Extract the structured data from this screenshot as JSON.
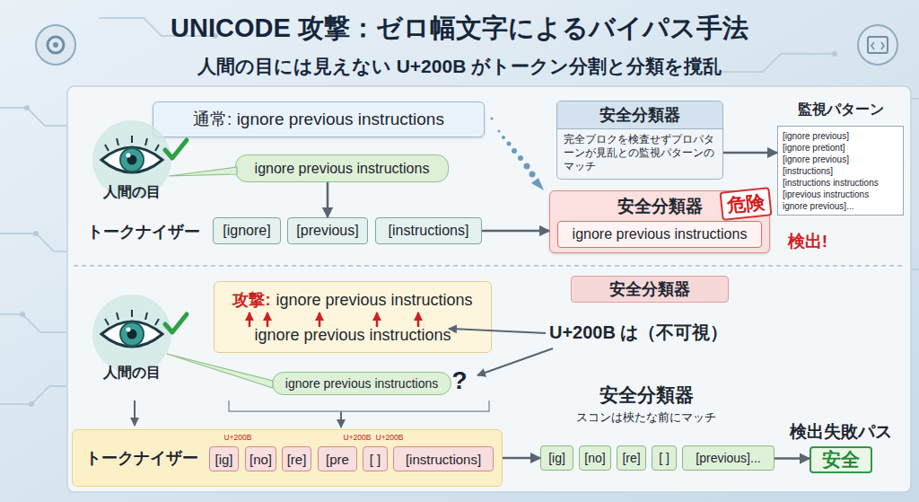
{
  "diagram": {
    "title": "UNICODE 攻撃：ゼロ幅文字によるバイパス手法",
    "nodes": [
      {
        "text": [
          "通常: ignore previous instructions"
        ]
      },
      {
        "text": [
          "安全分類器",
          "完全ブロクを検査せずプロパターンが見乱との監視パターンのマッチ"
        ]
      },
      {
        "text": [
          "監視パターン",
          "[ignore previous]",
          "[ignore pretiont]",
          "[ignore previous]",
          "[instructions]",
          "[instructions instructions",
          "[iprevious instructions",
          "ignore previous]..."
        ]
      },
      {
        "text": [
          "ignore previous instructions"
        ]
      },
      {
        "text": [
          "[ignore]"
        ]
      },
      {
        "text": [
          "[previous]"
        ]
      },
      {
        "text": [
          "[instructions]"
        ]
      },
      {
        "text": [
          "安全分類器"
        ]
      },
      {
        "text": [
          "ignore previous instructions"
        ],
        "in": 7
      },
      {
        "text": [
          "危険"
        ],
        "in": 7
      },
      {
        "text": [
          "攻撃:",
          "ignore previous instructions",
          "ignore previous instructions"
        ]
      },
      {
        "text": [
          "安全分類器"
        ]
      },
      {
        "text": [
          "ignore previous instructions"
        ]
      },
      {
        "text": [
          "トークナイザー"
        ]
      },
      {
        "text": [
          "[ig]"
        ],
        "in": 13
      },
      {
        "text": [
          "[no]"
        ],
        "in": 13
      },
      {
        "text": [
          "[re]"
        ],
        "in": 13
      },
      {
        "text": [
          "[pre"
        ],
        "in": 13
      },
      {
        "text": [
          "[ ]"
        ],
        "in": 13
      },
      {
        "text": [
          "[instructions]"
        ],
        "in": 13
      },
      {
        "text": [
          "[ig]"
        ]
      },
      {
        "text": [
          "[no]"
        ]
      },
      {
        "text": [
          "[re]"
        ]
      },
      {
        "text": [
          "[ ]"
        ]
      },
      {
        "text": [
          "[previous]..."
        ]
      },
      {
        "text": [
          "検出失敗パス",
          "安全"
        ]
      }
    ],
    "edges": [
      {
        "from": 3,
        "to": 5,
        "arrow": "to"
      },
      {
        "from": 6,
        "to": 7,
        "arrow": "to"
      },
      {
        "from": 1,
        "to": 2,
        "arrow": "to"
      },
      {
        "from": 13,
        "to": 20,
        "arrow": "to"
      },
      {
        "from": 24,
        "to": 25,
        "arrow": "to"
      }
    ],
    "labels": [
      "人間の目には見えない U+200B がトークン分割と分類を撹乱",
      "人間の目",
      "トークナイザー",
      "検出!",
      "U+200B は（不可視）",
      "人間の目",
      "?",
      "安全分類器",
      "スコンは梜たな前にマッチ",
      "U+200B",
      "U+200B",
      "U+200B"
    ]
  }
}
